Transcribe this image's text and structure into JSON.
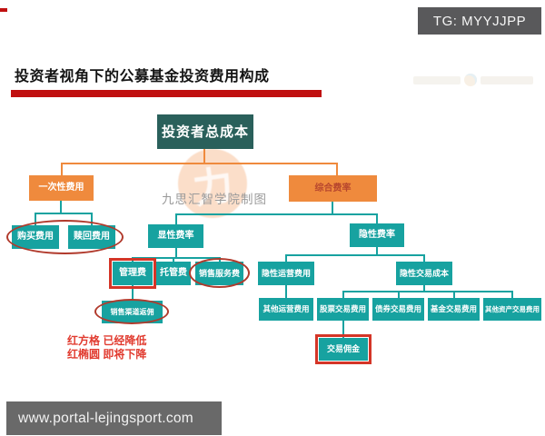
{
  "colors": {
    "teal": "#17a2a0",
    "teal-dark": "#2a605b",
    "orange": "#ef8a3d",
    "red-underline": "#c01010",
    "red-box": "#d43527",
    "red-ellipse": "#b13a2c",
    "red-text": "#e13b2f",
    "badge-bg": "#59595b",
    "footer-bg": "#696969",
    "composite-text": "#b8472e"
  },
  "header": {
    "badge": "TG: MYYJJPP",
    "title": "投资者视角下的公募基金投资费用构成"
  },
  "watermark": {
    "center_text": "九思汇智学院制图",
    "logo_glyph": "力"
  },
  "tree": {
    "nodes": {
      "root": "投资者总成本",
      "one_time": "一次性费用",
      "composite": "综合费率",
      "purchase": "购买费用",
      "redemption": "赎回费用",
      "explicit": "显性费率",
      "implicit": "隐性费率",
      "management": "管理费",
      "custody": "托管费",
      "sales_service": "销售服务费",
      "sales_rebate": "销售渠道返佣",
      "implicit_ops": "隐性运营费用",
      "implicit_trading": "隐性交易成本",
      "other_ops": "其他运营费用",
      "stock_trading": "股票交易费用",
      "bond_trading": "债券交易费用",
      "fund_trading": "基金交易费用",
      "other_asset_trading": "其他资产交易费用",
      "commission": "交易佣金"
    }
  },
  "legend": {
    "line1": "红方格 已经降低",
    "line2": "红椭圆 即将下降"
  },
  "footer": {
    "url": "www.portal-lejingsport.com"
  }
}
